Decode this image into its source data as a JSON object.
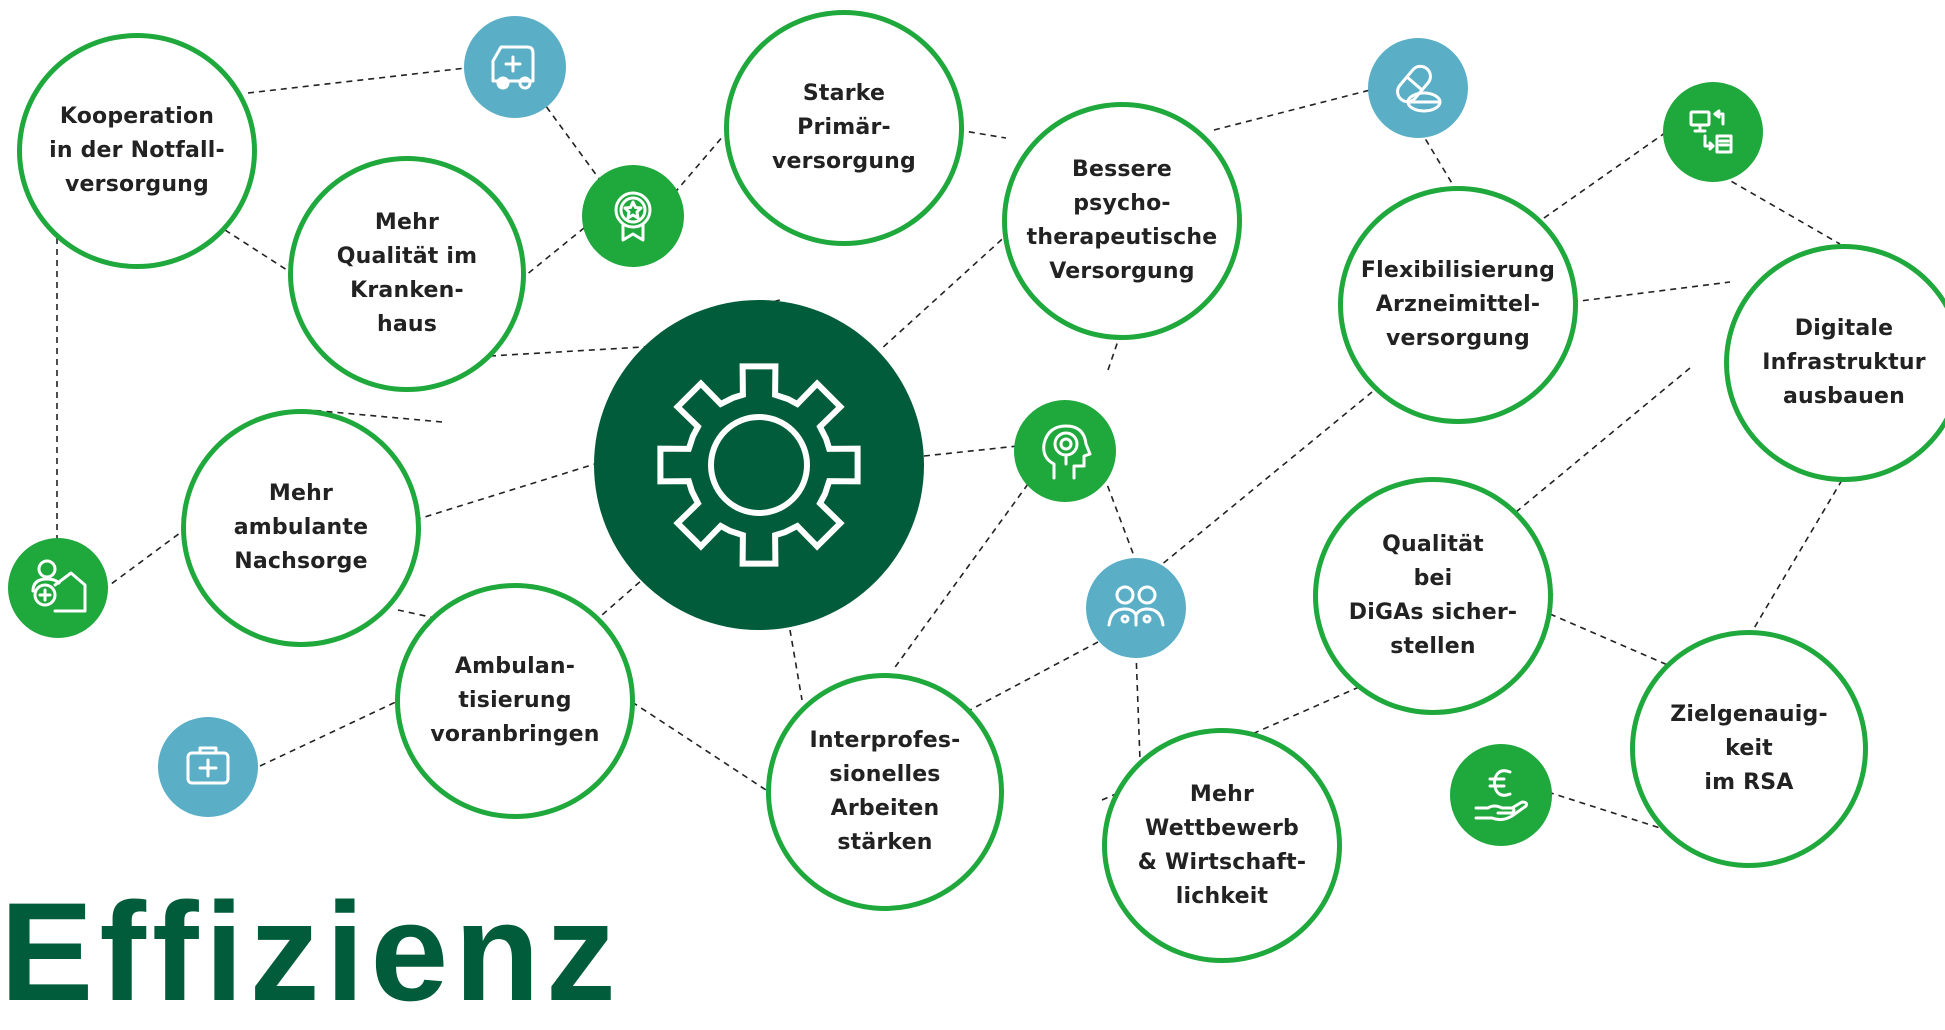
{
  "colors": {
    "ring": "#1fa83c",
    "hub": "#005c3a",
    "icon_green": "#1fa83c",
    "icon_blue": "#5aafc7",
    "edge": "#222222"
  },
  "headline": "Effizienz",
  "hub_icon": "gear-icon",
  "nodes": [
    {
      "id": "notfall",
      "label": "Kooperation\nin der Notfall-\nversorgung"
    },
    {
      "id": "primaer",
      "label": "Starke\nPrimär-\nversorgung"
    },
    {
      "id": "krankenhaus",
      "label": "Mehr\nQualität im\nKranken-\nhaus"
    },
    {
      "id": "psycho",
      "label": "Bessere\npsycho-\ntherapeutische\nVersorgung"
    },
    {
      "id": "arznei",
      "label": "Flexibilisierung\nArzneimittel-\nversorgung"
    },
    {
      "id": "digital",
      "label": "Digitale\nInfrastruktur\nausbauen"
    },
    {
      "id": "nachsorge",
      "label": "Mehr\nambulante\nNachsorge"
    },
    {
      "id": "ambulant",
      "label": "Ambulan-\ntisierung\nvoranbringen"
    },
    {
      "id": "interprof",
      "label": "Interprofes-\nsionelles\nArbeiten\nstärken"
    },
    {
      "id": "digas",
      "label": "Qualität\nbei\nDiGAs sicher-\nstellen"
    },
    {
      "id": "rsa",
      "label": "Zielgenauig-\nkeit\nim RSA"
    },
    {
      "id": "wettbewerb",
      "label": "Mehr\nWettbewerb\n& Wirtschaft-\nlichkeit"
    }
  ],
  "icons": [
    {
      "id": "ambulance",
      "name": "ambulance-icon",
      "color": "blue"
    },
    {
      "id": "award",
      "name": "award-badge-icon",
      "color": "green"
    },
    {
      "id": "pills",
      "name": "pills-icon",
      "color": "blue"
    },
    {
      "id": "devices",
      "name": "device-transfer-icon",
      "color": "green"
    },
    {
      "id": "homecare",
      "name": "home-care-icon",
      "color": "green"
    },
    {
      "id": "firstaid",
      "name": "first-aid-kit-icon",
      "color": "blue"
    },
    {
      "id": "headmind",
      "name": "head-mind-icon",
      "color": "green"
    },
    {
      "id": "team",
      "name": "medical-team-icon",
      "color": "blue"
    },
    {
      "id": "euro",
      "name": "euro-hand-icon",
      "color": "green"
    }
  ]
}
